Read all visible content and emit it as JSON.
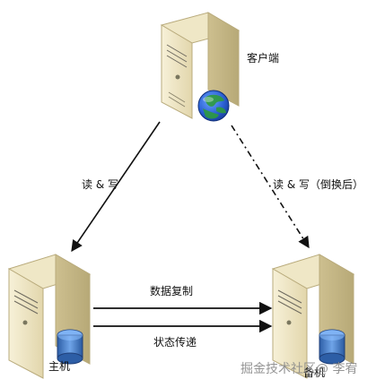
{
  "nodes": {
    "client": {
      "label": "客户端"
    },
    "primary": {
      "label": "主机"
    },
    "standby": {
      "label": "备机"
    }
  },
  "edges": {
    "client_to_primary": {
      "label": "读 & 写"
    },
    "client_to_standby": {
      "label": "读 & 写（倒换后）"
    },
    "replication": {
      "label": "数据复制"
    },
    "state_transfer": {
      "label": "状态传递"
    }
  },
  "watermark": {
    "text": "掘金技术社区@ 李宥"
  },
  "colors": {
    "server_body": "#efe7c6",
    "server_shadow": "#d8cca0",
    "server_dark": "#b9ab7c",
    "database_blue": "#3b6fb3",
    "globe_blue": "#1f55c6",
    "globe_green": "#2e9a3e",
    "arrow": "#111111"
  },
  "icons": {
    "client": "server-icon",
    "client_globe": "globe-icon",
    "primary": "server-icon",
    "primary_db": "database-icon",
    "standby": "server-icon",
    "standby_db": "database-icon"
  }
}
